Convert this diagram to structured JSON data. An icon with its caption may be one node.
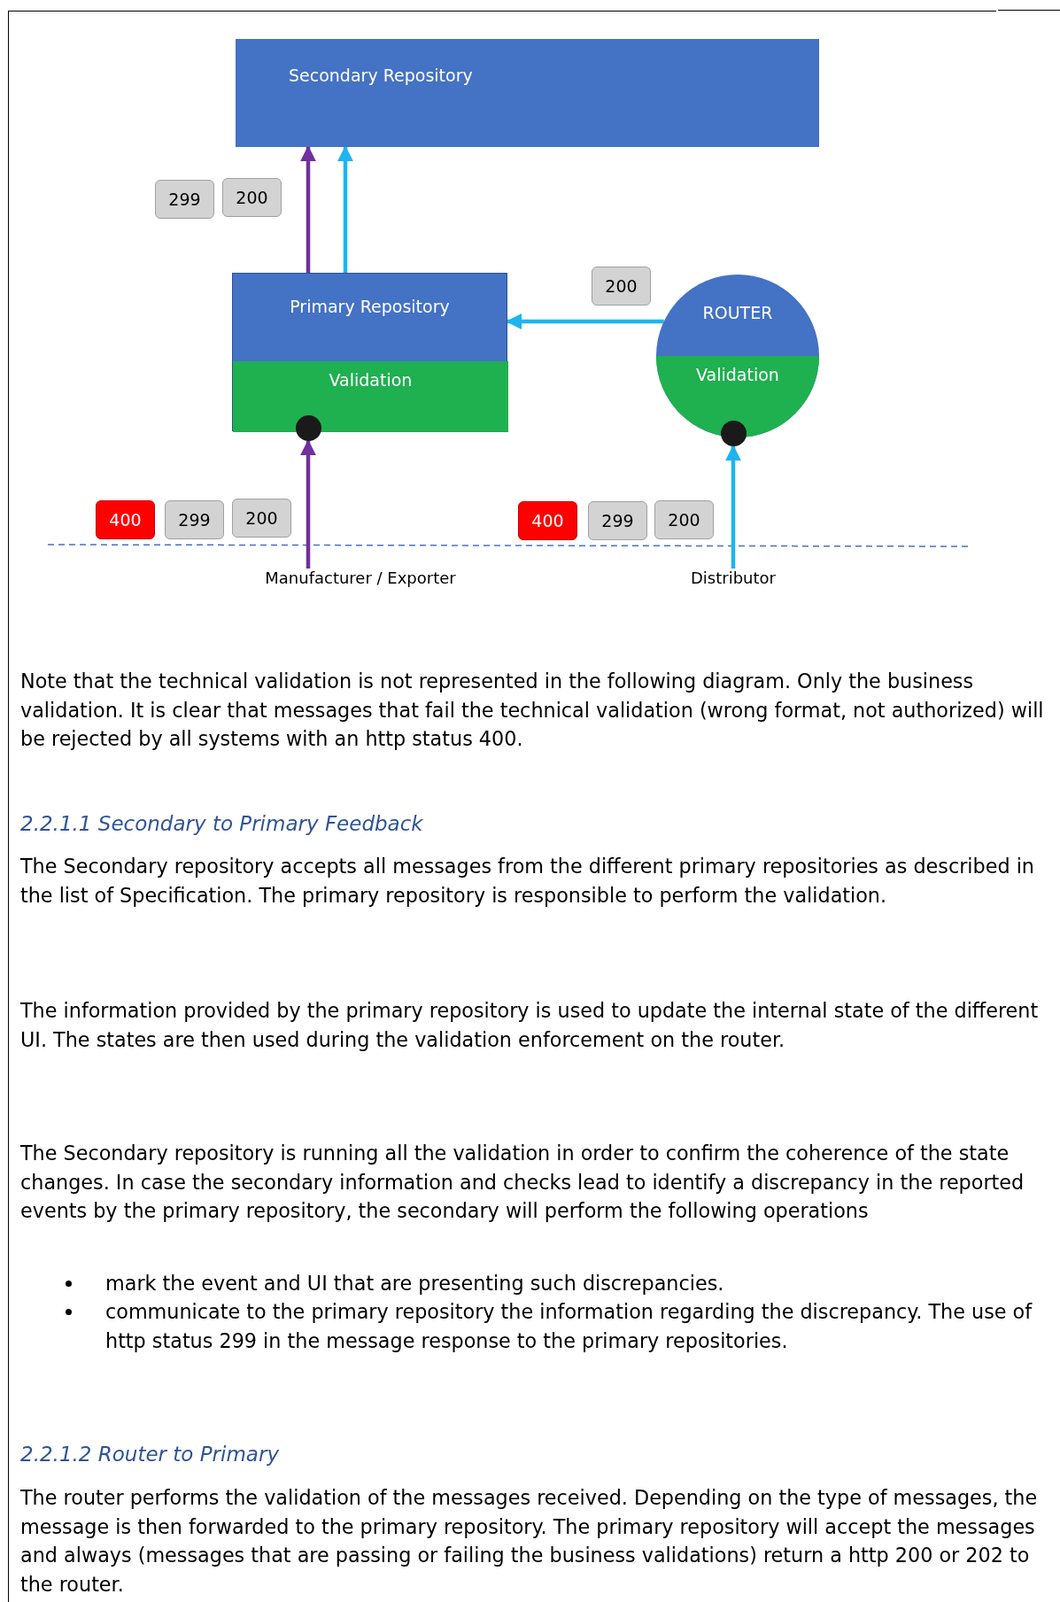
{
  "diagram": {
    "nodes": [
      {
        "text": [
          "Secondary Repository"
        ]
      },
      {
        "text": [
          "Primary Repository"
        ]
      },
      {
        "text": [
          "Validation"
        ],
        "in": 1
      },
      {
        "text": [
          "ROUTER"
        ]
      },
      {
        "text": [
          "Validation"
        ],
        "in": 3
      },
      {
        "text": [],
        "shape": "circle"
      },
      {
        "text": [],
        "shape": "circle"
      },
      {
        "text": [
          "Manufacturer / Exporter"
        ]
      },
      {
        "text": [
          "Distributor"
        ]
      },
      {
        "text": [
          "299"
        ]
      },
      {
        "text": [
          "200"
        ]
      },
      {
        "text": [
          "200"
        ]
      },
      {
        "text": [
          "400"
        ]
      },
      {
        "text": [
          "299"
        ]
      },
      {
        "text": [
          "200"
        ]
      },
      {
        "text": [
          "400"
        ]
      },
      {
        "text": [
          "299"
        ]
      },
      {
        "text": [
          "200"
        ]
      }
    ],
    "edges": [
      {
        "from": 1,
        "to": 0,
        "arrow": "to",
        "color": "#7030a0"
      },
      {
        "from": 1,
        "to": 0,
        "arrow": "to"
      },
      {
        "from": 3,
        "to": 1,
        "arrow": "to"
      },
      {
        "from": 7,
        "to": 5,
        "arrow": "to",
        "color": "#7030a0"
      },
      {
        "from": 8,
        "to": 6,
        "arrow": "to"
      }
    ],
    "labels": [
      "Note that the technical validation is not represented in the following diagram. Only the business validation. It is clear that messages that fail the technical validation (wrong format, not authorized) will be rejected by all systems with an http status 400.",
      "2.2.1.1 Secondary to Primary Feedback",
      "The Secondary repository accepts all messages from the different primary repositories as described in the list of Specification. The primary repository is responsible to perform the validation.",
      "The information provided by the primary repository is used to update the internal state of the different UI. The states are then used during the validation enforcement on the router.",
      "The Secondary repository is running all the validation in order to confirm the coherence of the state changes. In case the secondary information and checks lead to identify a discrepancy in the reported events by the primary repository, the secondary will perform the following operations",
      "mark the event and UI that are presenting such discrepancies.",
      "communicate to the primary repository the information regarding the discrepancy. The use of http status 299 in the message response to the primary repositories.",
      "2.2.1.2 Router to Primary",
      "The router performs the validation of the messages received. Depending on the type of messages, the message is then forwarded to the primary repository. The primary repository will accept the messages and always (messages that are passing or failing the business validations) return a http 200 or 202 to the router."
    ]
  }
}
